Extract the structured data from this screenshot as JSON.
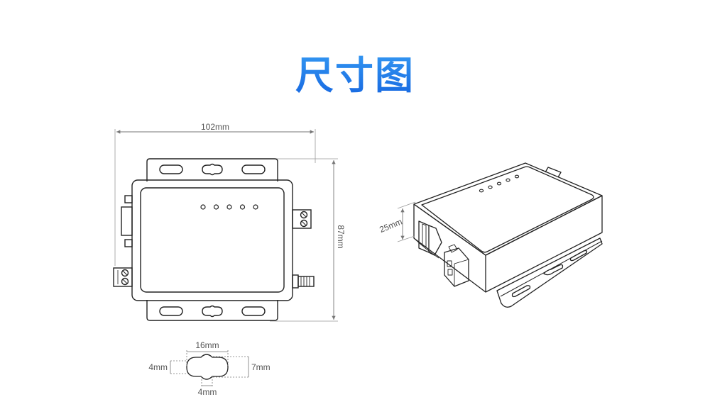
{
  "title": "尺寸图",
  "front_view": {
    "width_label": "102mm",
    "height_label": "87mm",
    "led_count": 5
  },
  "perspective_view": {
    "depth_label": "25mm"
  },
  "slot_detail": {
    "length_label": "16mm",
    "height_label": "7mm",
    "inner_width_label": "4mm",
    "neck_label": "4mm"
  },
  "colors": {
    "title_top": "#39a0f5",
    "title_bottom": "#1565e0",
    "line": "#222222",
    "dimension": "#777777"
  }
}
